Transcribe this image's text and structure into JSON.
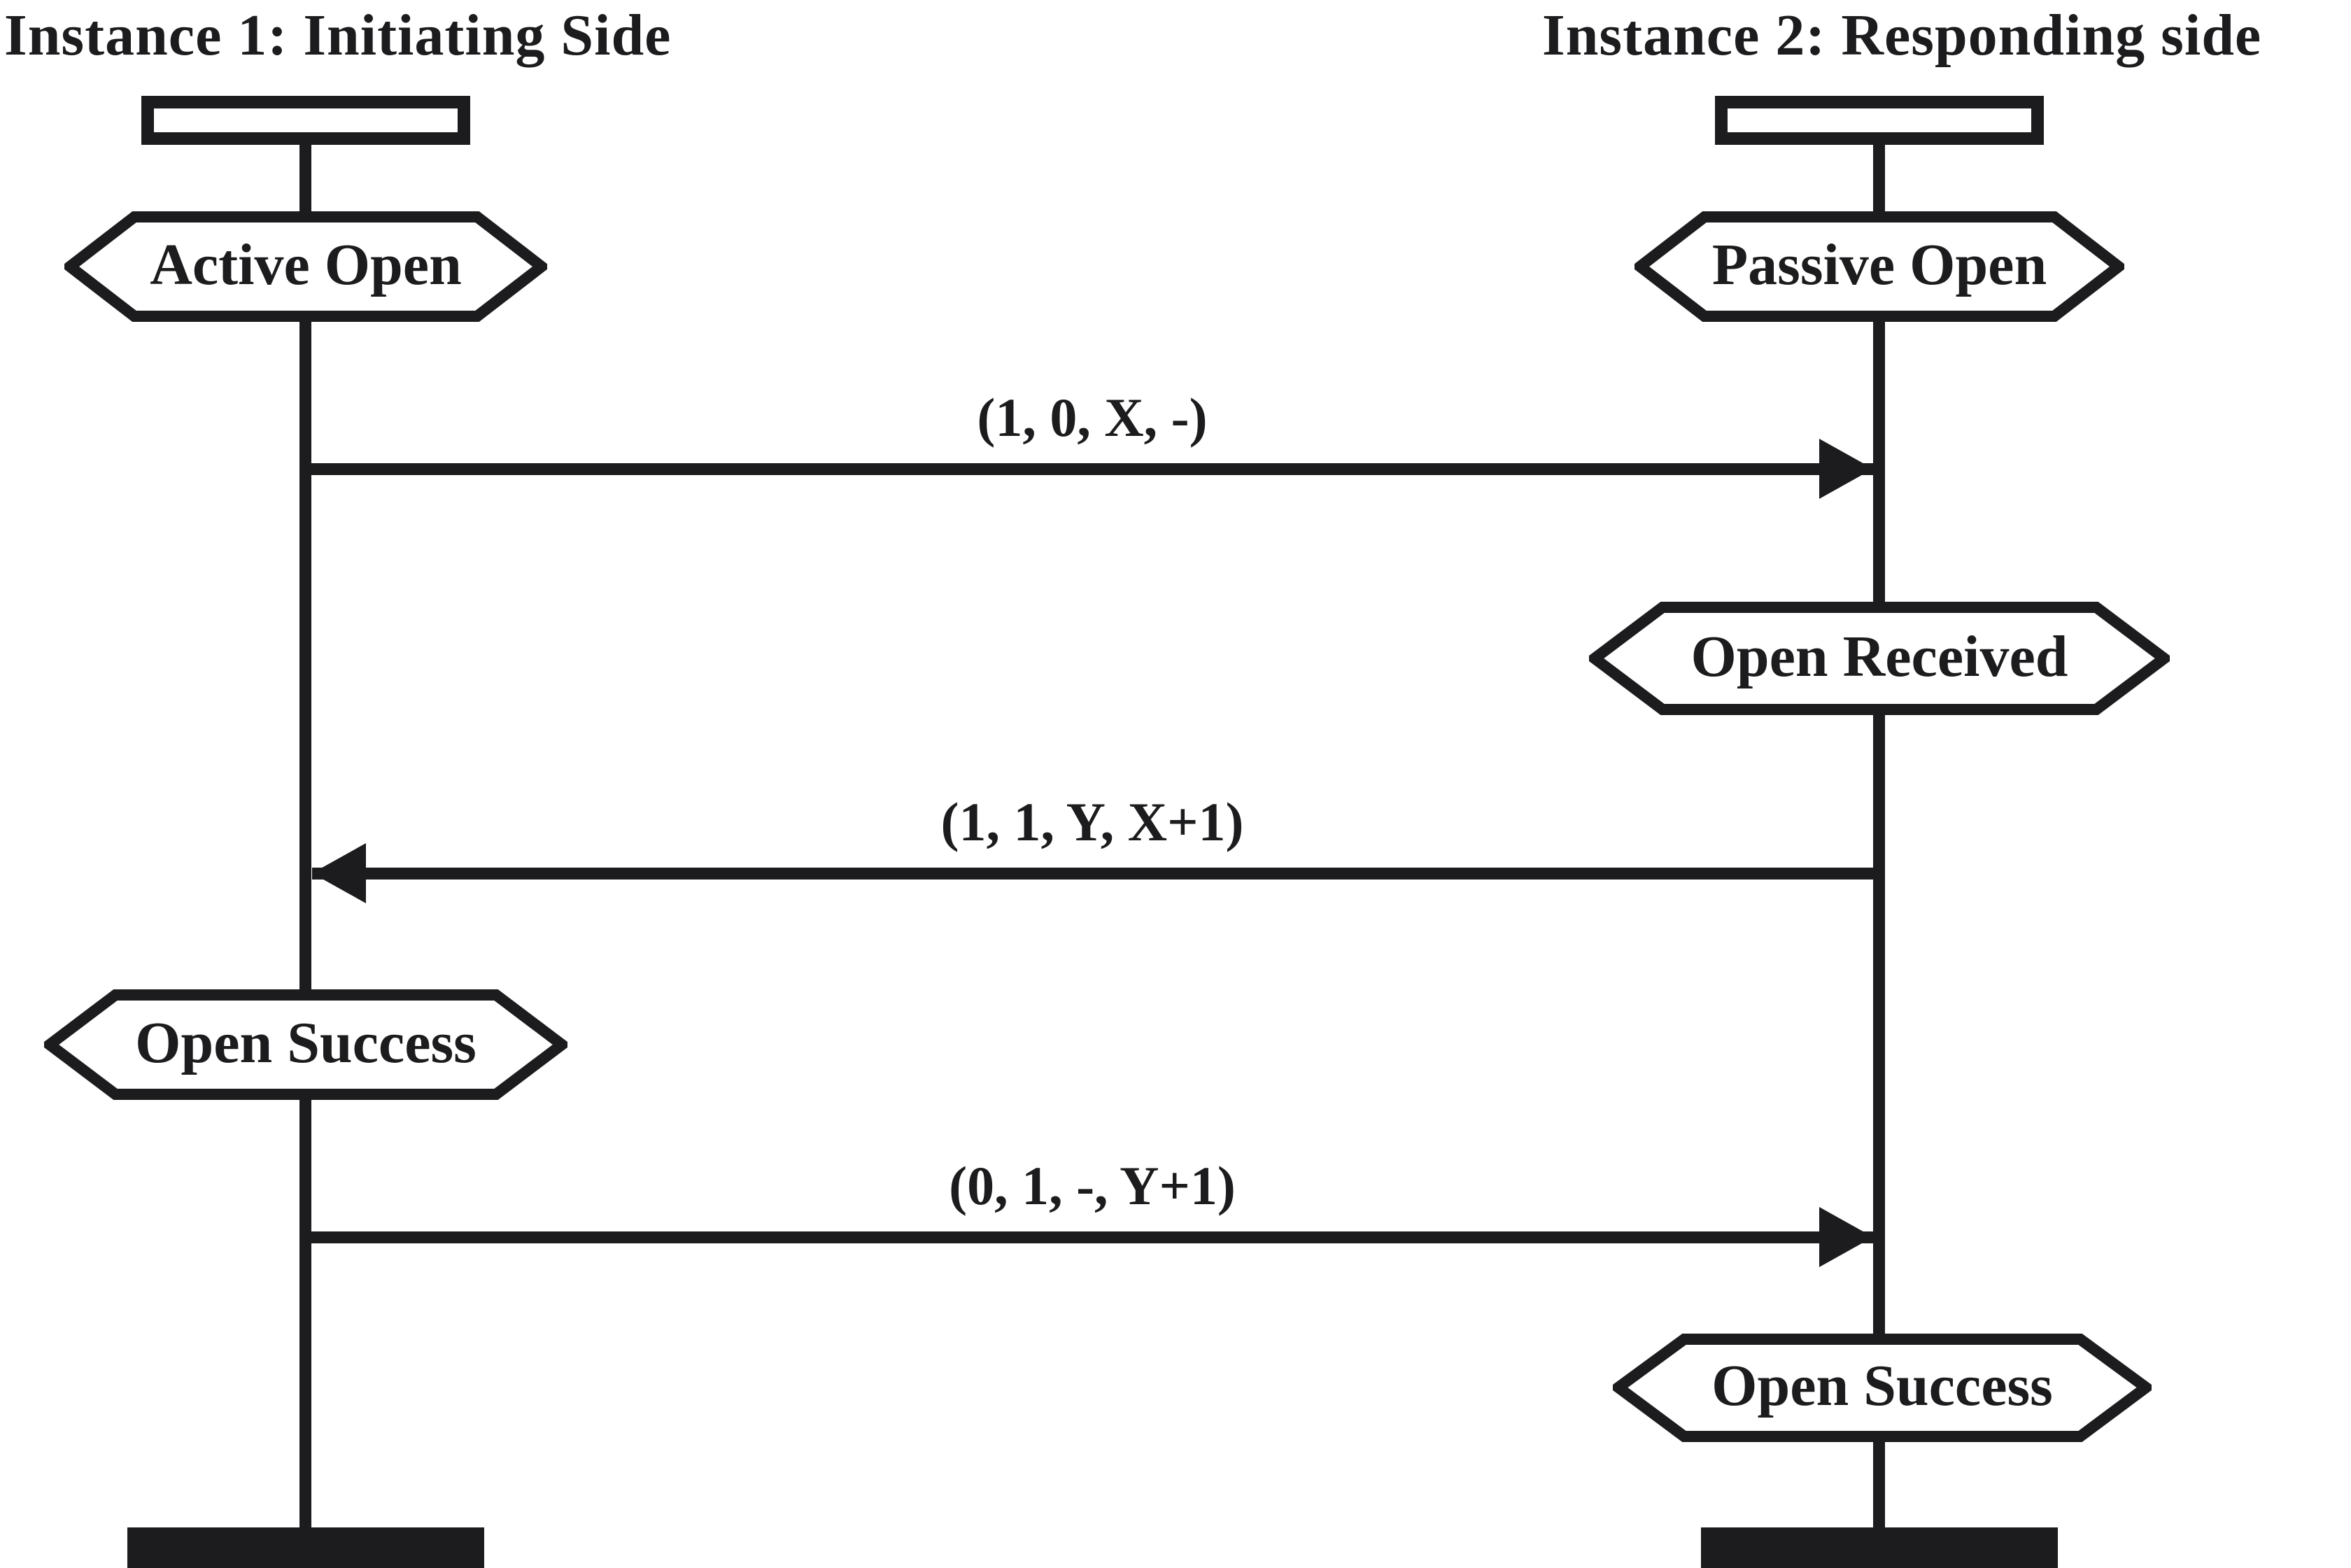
{
  "colors": {
    "ink": "#1c1c1e",
    "paper": "#ffffff"
  },
  "instances": {
    "left": {
      "title": "Instance 1: Initiating Side",
      "states": {
        "open": "Active Open",
        "result": "Open Success"
      }
    },
    "right": {
      "title": "Instance 2: Responding side",
      "states": {
        "open": "Passive Open",
        "received": "Open Received",
        "result": "Open Success"
      }
    }
  },
  "messages": [
    {
      "label": "(1, 0, X, -)",
      "from": "instance1",
      "to": "instance2"
    },
    {
      "label": "(1, 1, Y, X+1)",
      "from": "instance2",
      "to": "instance1"
    },
    {
      "label": "(0, 1, -, Y+1)",
      "from": "instance1",
      "to": "instance2"
    }
  ]
}
